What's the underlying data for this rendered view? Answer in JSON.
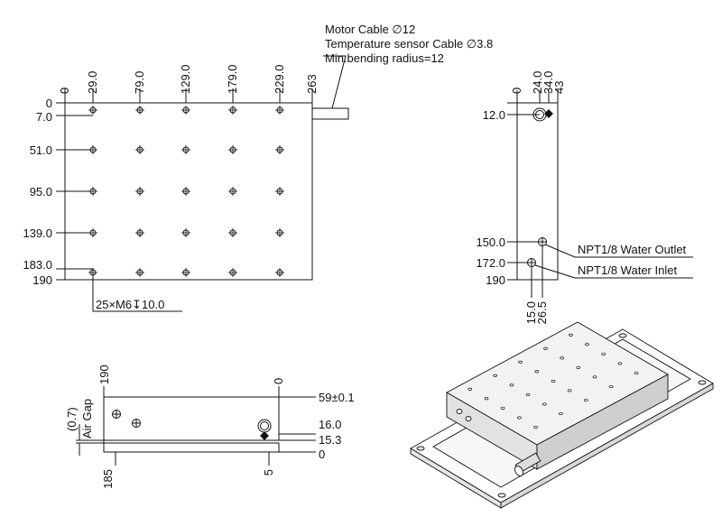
{
  "annotations": {
    "motor_cable": "Motor Cable ∅12",
    "temp_cable": "Temperature sensor Cable ∅3.8",
    "bending": "Min.bending radius=12",
    "hole_spec": "25×M6↧10.0",
    "water_outlet": "NPT1/8 Water Outlet",
    "water_inlet": "NPT1/8 Water Inlet",
    "air_gap": "Air Gap",
    "air_gap_value": "(0.7)"
  },
  "top_view": {
    "x_dims": [
      "0",
      "29.0",
      "79.0",
      "129.0",
      "179.0",
      "229.0",
      "263"
    ],
    "y_dims": [
      "0",
      "7.0",
      "51.0",
      "95.0",
      "139.0",
      "183.0",
      "190"
    ]
  },
  "side_view": {
    "top_dims": [
      "0",
      "24.0",
      "34.0",
      "43"
    ],
    "left_dims": [
      "12.0",
      "150.0",
      "172.0",
      "190"
    ],
    "bottom_dims": [
      "15.0",
      "26.5"
    ]
  },
  "front_view": {
    "top_dims": [
      "190",
      "0"
    ],
    "right_dims": [
      "59±0.1",
      "16.0",
      "15.3",
      "0"
    ],
    "bottom_dims": [
      "185",
      "5"
    ]
  },
  "colors": {
    "line": "#111111",
    "fill": "#ffffff",
    "iso_face": "#f2f2f2"
  }
}
